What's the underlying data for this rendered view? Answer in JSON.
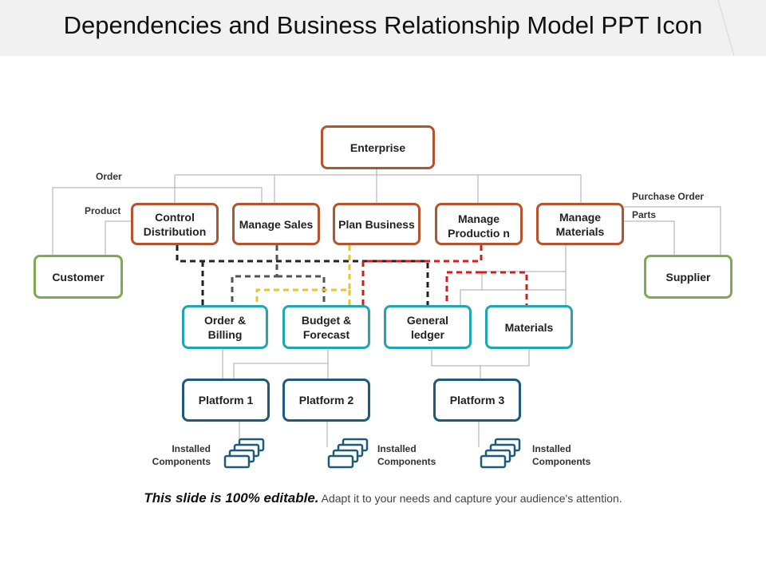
{
  "title": "Dependencies and Business Relationship Model PPT Icon",
  "colors": {
    "enterprise": "#b4542c",
    "customer": "#7eaa52",
    "mid": "#20a6b0",
    "platform": "#1f5a78",
    "black_dash": "#222222",
    "gray_dash": "#555555",
    "yellow_dash": "#f0c419",
    "red_dash": "#cc1f1f"
  },
  "nodes": {
    "enterprise": "Enterprise",
    "control_distribution": "Control Distribution",
    "manage_sales": "Manage Sales",
    "plan_business": "Plan Business",
    "manage_production": "Manage Productio n",
    "manage_materials": "Manage Materials",
    "customer": "Customer",
    "supplier": "Supplier",
    "order_billing": "Order & Billing",
    "budget_forecast": "Budget & Forecast",
    "general_ledger": "General ledger",
    "materials": "Materials",
    "platform1": "Platform 1",
    "platform2": "Platform 2",
    "platform3": "Platform 3"
  },
  "labels": {
    "order": "Order",
    "product": "Product",
    "purchase_order": "Purchase Order",
    "parts": "Parts",
    "installed_components": [
      "Installed Components",
      "Installed Components",
      "Installed Components"
    ]
  },
  "icons": [
    "stacked-components-icon",
    "stacked-components-icon",
    "stacked-components-icon"
  ],
  "footer": {
    "bold": "This slide is 100% editable.",
    "rest": "Adapt it to your needs and capture your audience's attention."
  }
}
